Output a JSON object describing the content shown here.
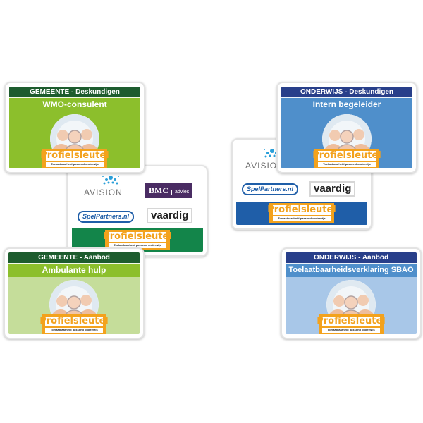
{
  "colors": {
    "gemeente_dark": "#1d5c2e",
    "gemeente_green": "#8cbf2c",
    "gemeente_light": "#c5dd9a",
    "onderwijs_dark": "#283f8a",
    "onderwijs_blue": "#4f8fcb",
    "onderwijs_light": "#a8c7e8",
    "partner_green": "#13854a",
    "partner_blue": "#1f5ea8",
    "logo_orange": "#f3a21d"
  },
  "cards": [
    {
      "id": "gemeente-deskundigen",
      "category": "GEMEENTE - Deskundigen",
      "role": "WMO-consulent",
      "logo_text": "Profielsleutel",
      "logo_tagline": "Toelaatbaarheid passend onderwijs"
    },
    {
      "id": "onderwijs-deskundigen",
      "category": "ONDERWIJS - Deskundigen",
      "role": "Intern begeleider",
      "logo_text": "Profielsleutel",
      "logo_tagline": "Toelaatbaarheid passend onderwijs"
    },
    {
      "id": "gemeente-aanbod",
      "category": "GEMEENTE - Aanbod",
      "role": "Ambulante hulp",
      "logo_text": "Profielsleutel",
      "logo_tagline": "Toelaatbaarheid passend onderwijs"
    },
    {
      "id": "onderwijs-aanbod",
      "category": "ONDERWIJS - Aanbod",
      "role": "Toelaatbaarheidsverklaring SBAO",
      "logo_text": "Profielsleutel",
      "logo_tagline": "Toelaatbaarheid passend onderwijs"
    }
  ],
  "partner_cards": [
    {
      "id": "partners-green",
      "avision": "AVISION",
      "bmc": "BMC",
      "bmc_sub": "advies",
      "spelpartners": "SpelPartners.nl",
      "vaardig": "vaardig",
      "logo_text": "Profielsleutel",
      "logo_tagline": "Toelaatbaarheid passend onderwijs"
    },
    {
      "id": "partners-blue",
      "avision": "AVISION",
      "spelpartners": "SpelPartners.nl",
      "vaardig": "vaardig",
      "logo_text": "Profielsleutel",
      "logo_tagline": "Toelaatbaarheid passend onderwijs"
    }
  ]
}
